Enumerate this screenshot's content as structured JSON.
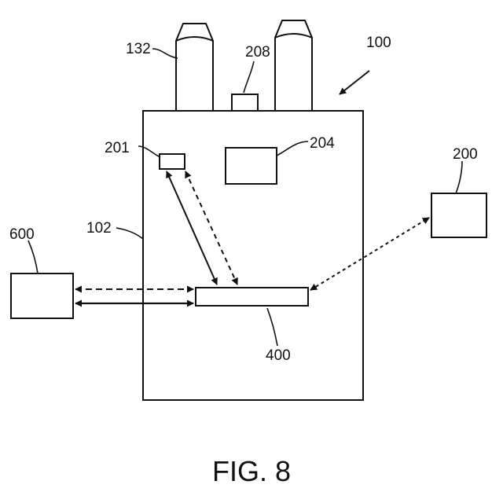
{
  "figure": {
    "caption": "FIG. 8",
    "references": {
      "device": "100",
      "housing": "102",
      "prong": "132",
      "component_201": "201",
      "component_204": "204",
      "component_208": "208",
      "external_device": "200",
      "circuit": "400",
      "external_unit": "600"
    },
    "colors": {
      "ink": "#111111",
      "background": "#ffffff"
    }
  }
}
